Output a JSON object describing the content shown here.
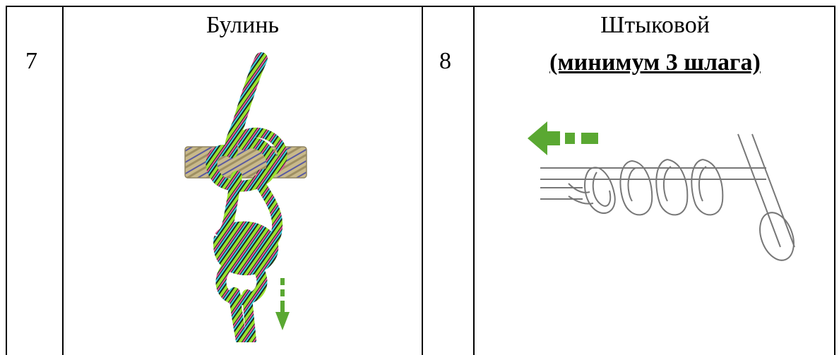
{
  "table": {
    "rows": [
      {
        "left_number": "7",
        "left_title": "Булинь",
        "right_number": "8",
        "right_title": "Штыковой",
        "right_subtitle": "(минимум 3 шлага)"
      }
    ]
  },
  "colors": {
    "arrow_green": "#5aa832",
    "rope_green": "#9be22f",
    "rope_pink": "#e2559b",
    "rope_cyan": "#3fd1e4",
    "rope_dark": "#1d2b21",
    "beam_tan": "#c8b98a",
    "sketch_gray": "#777777"
  },
  "icons": {
    "left_illustration": "bowline-knot-illustration",
    "left_arrow": "arrow-down-icon",
    "right_illustration": "clove-hitch-round-turns-illustration",
    "right_arrow": "arrow-left-icon"
  }
}
